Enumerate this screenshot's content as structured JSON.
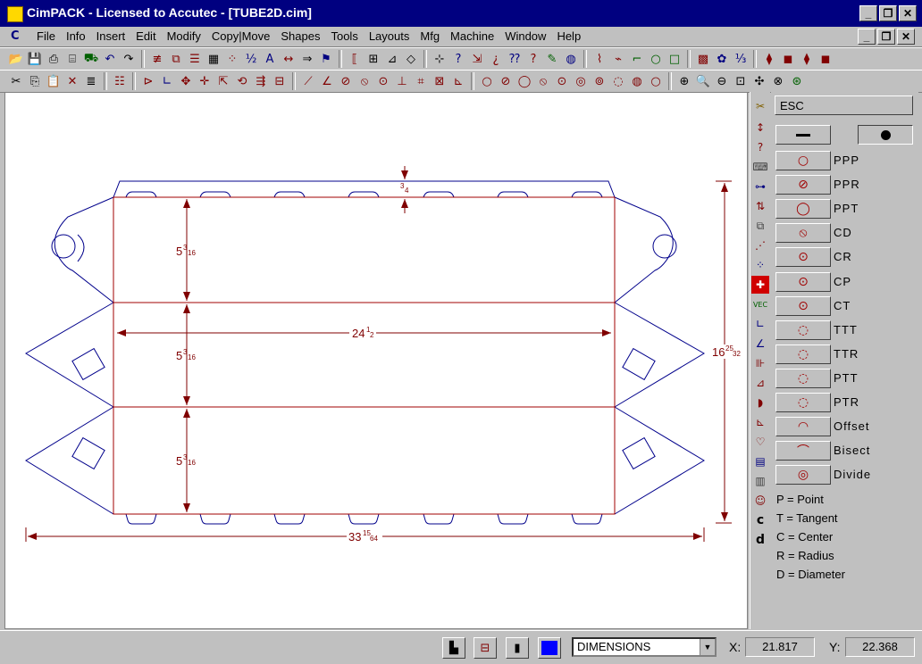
{
  "window": {
    "title": "CimPACK - Licensed to Accutec - [TUBE2D.cim]"
  },
  "menu": [
    "File",
    "Info",
    "Insert",
    "Edit",
    "Modify",
    "Copy|Move",
    "Shapes",
    "Tools",
    "Layouts",
    "Mfg",
    "Machine",
    "Window",
    "Help"
  ],
  "drawing": {
    "dims": {
      "top_flap": {
        "n": "3",
        "d": "4"
      },
      "panel1": {
        "w": "5",
        "n": "3",
        "d": "16"
      },
      "panel2": {
        "w": "5",
        "n": "3",
        "d": "16"
      },
      "panel3": {
        "w": "5",
        "n": "3",
        "d": "16"
      },
      "inner_width": {
        "w": "24",
        "n": "1",
        "d": "2"
      },
      "total_width": {
        "w": "33",
        "n": "15",
        "d": "64"
      },
      "total_height": {
        "w": "16",
        "n": "25",
        "d": "32"
      }
    },
    "colors": {
      "outline": "#00008b",
      "fold": "#a00000",
      "dimension": "#800000"
    }
  },
  "panel": {
    "esc_label": "ESC",
    "shape_buttons": [
      "PPP",
      "PPR",
      "PPT",
      "CD",
      "CR",
      "CP",
      "CT",
      "TTT",
      "TTR",
      "PTT",
      "PTR",
      "Offset",
      "Bisect",
      "Divide"
    ],
    "legend": [
      "P = Point",
      "T = Tangent",
      "C = Center",
      "R = Radius",
      "D = Diameter"
    ]
  },
  "status": {
    "layer": "DIMENSIONS",
    "x_label": "X:",
    "x_value": "21.817",
    "y_label": "Y:",
    "y_value": "22.368",
    "color_swatch": "#0000ff"
  }
}
